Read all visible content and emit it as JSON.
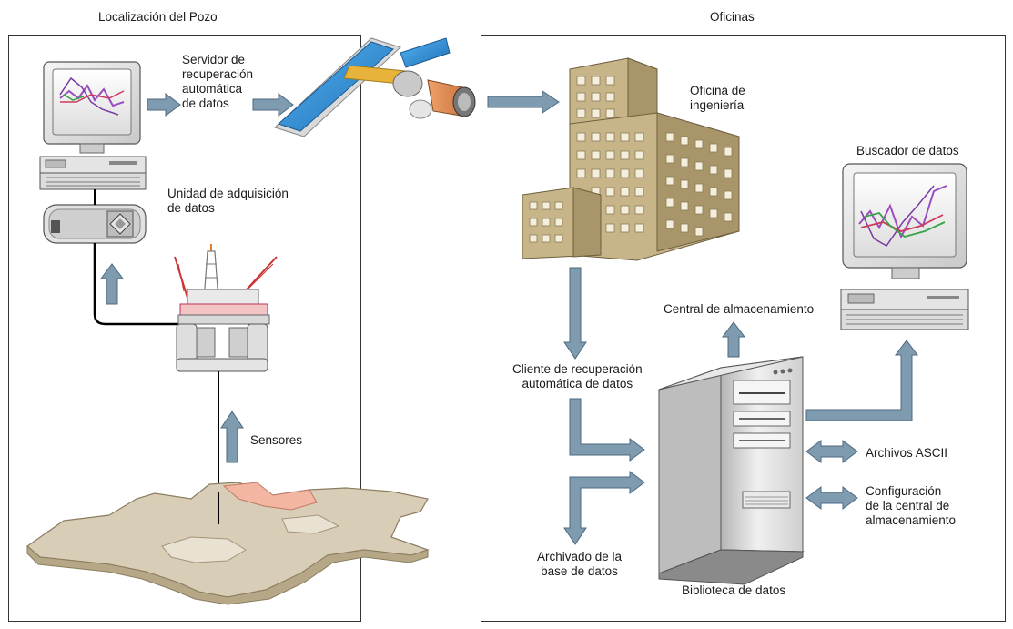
{
  "panels": {
    "left_title": "Localización del Pozo",
    "right_title": "Oficinas"
  },
  "labels": {
    "auto_server": "Servidor de\nrecuperación\nautomática\nde datos",
    "acq_unit": "Unidad de adquisición\nde datos",
    "sensors": "Sensores",
    "eng_office": "Oficina de\ningeniería",
    "data_browser": "Buscador de datos",
    "central_storage": "Central de almacenamiento",
    "auto_client": "Cliente de recuperación\nautomática de datos",
    "ascii_files": "Archivos ASCII",
    "storage_config": "Configuración\nde la central de\nalmacenamiento",
    "db_archive": "Archivado de la\nbase de datos",
    "data_library": "Biblioteca de datos"
  },
  "colors": {
    "arrow": "#7e9bb0",
    "arrow_stroke": "#4d6a80",
    "building": "#c7b589",
    "building_dark": "#a8956a",
    "window": "#f4eedc",
    "monitor": "#e6e6e6",
    "panel_blue": "#2f8fd8",
    "gold": "#e8b33a",
    "land": "#d8cdb7",
    "land_accent": "#f3b6a3"
  },
  "icons": {
    "workstation_left": "computer-workstation-icon",
    "acquisition": "acquisition-unit-icon",
    "satellite": "satellite-icon",
    "platform": "offshore-platform-icon",
    "terrain": "terrain-map-icon",
    "building": "office-building-icon",
    "workstation_right": "computer-workstation-icon",
    "server": "server-tower-icon"
  }
}
